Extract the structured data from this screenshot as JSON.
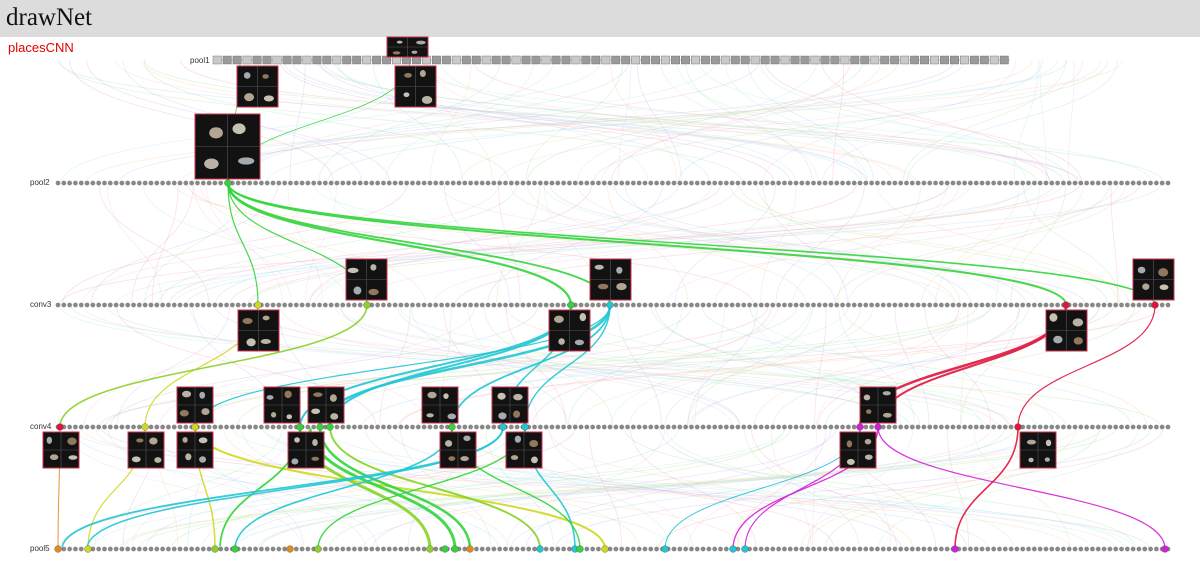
{
  "app": {
    "title": "drawNet",
    "model": "placesCNN"
  },
  "layers": [
    {
      "name": "pool1",
      "count": 80
    },
    {
      "name": "pool2",
      "count": 192
    },
    {
      "name": "conv3",
      "count": 192
    },
    {
      "name": "conv4",
      "count": 192
    },
    {
      "name": "pool5",
      "count": 192
    }
  ],
  "palette": {
    "green": "#32d43a",
    "lime": "#8ad228",
    "yellow": "#cfd820",
    "cyan": "#1fc6d4",
    "red": "#e0153f",
    "magenta": "#d21fd8",
    "orange": "#e08a22",
    "dot": "#888888",
    "thumb_border": "#d0304a"
  },
  "icons": {
    "node": "unit-dot-icon",
    "thumb": "activation-grid-icon"
  }
}
